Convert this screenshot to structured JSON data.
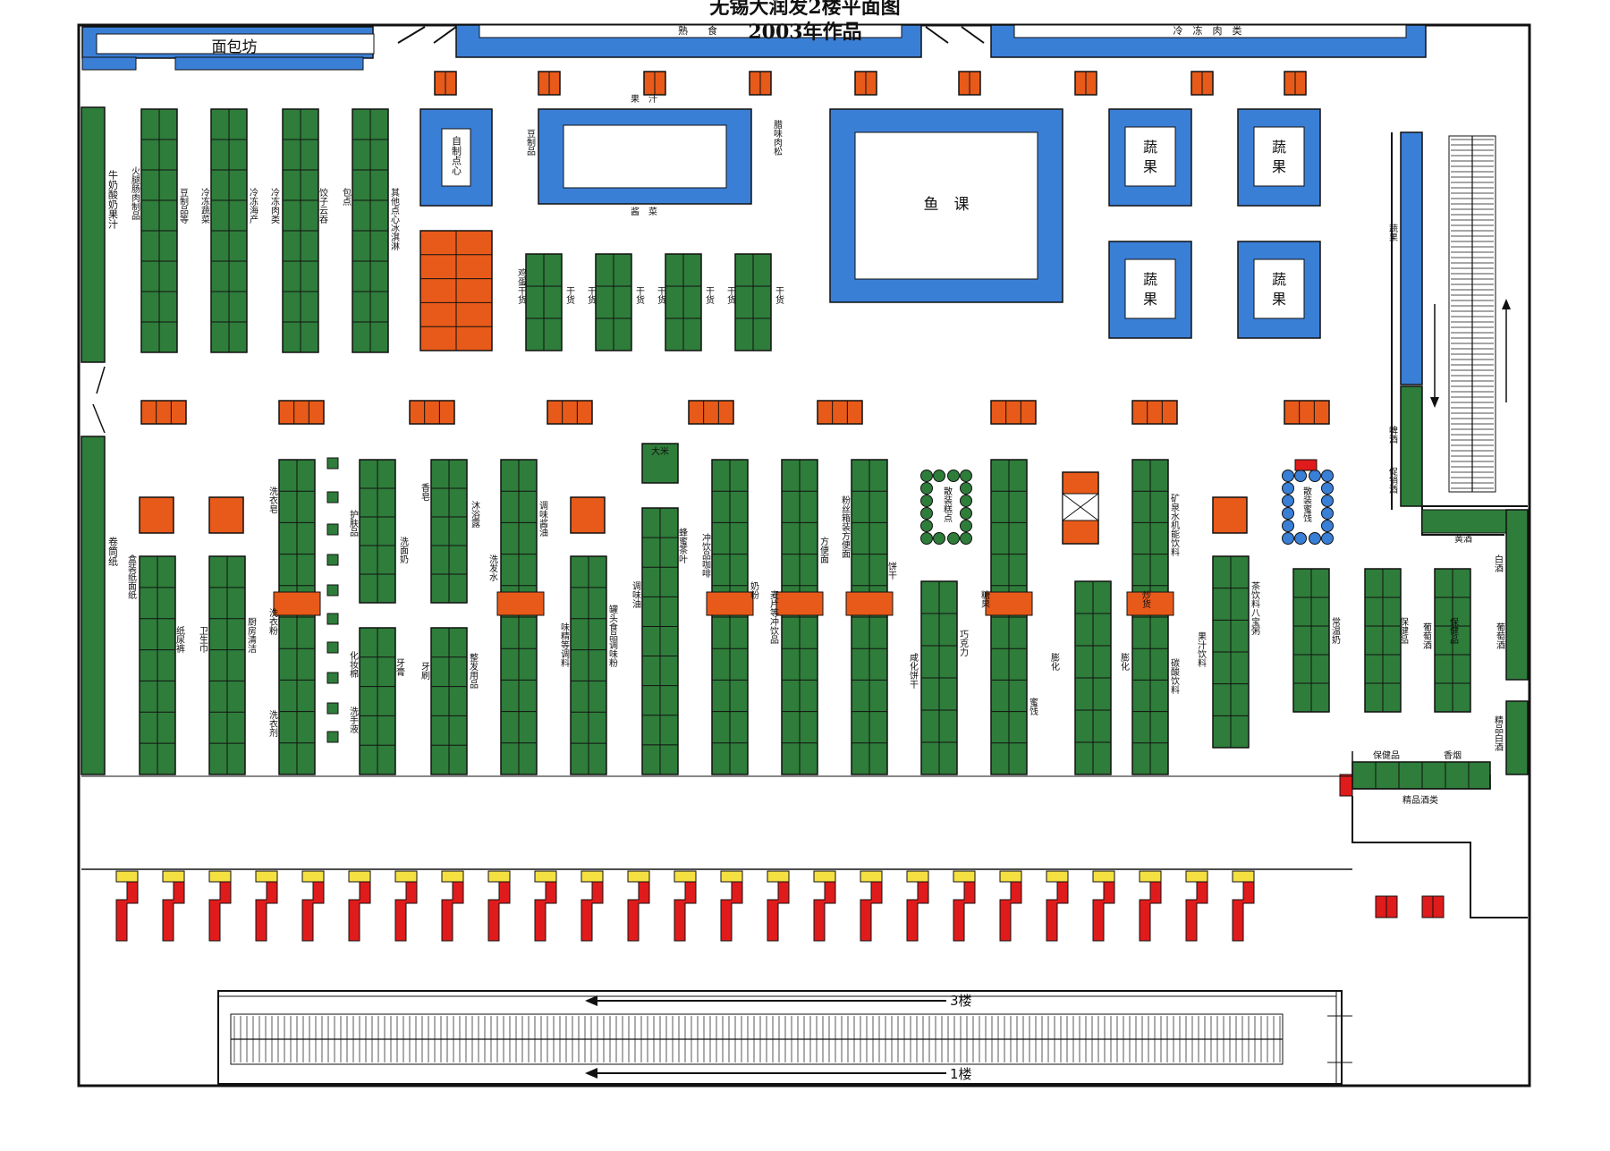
{
  "titles": {
    "line1": "无锡大润发2楼平面图",
    "line2": "2003年作品"
  },
  "colors": {
    "green": "#2e7d3a",
    "blue": "#3a7fd6",
    "orange": "#e85a1a",
    "red": "#e01b1b",
    "yellow": "#f5e042",
    "line": "#111111"
  },
  "top_labels": {
    "bakery": "面包坊",
    "cooked": "熟　　食",
    "frozen_meat": "冷　冻　肉　类",
    "juice": "果　汁",
    "sauce_veg": "酱　菜"
  },
  "zones": {
    "self_snack": "自制点心",
    "bean": "豆制品",
    "braised": "腊味肉松",
    "fish": "鱼　课",
    "veg1": "蔬果",
    "veg2": "蔬果",
    "veg3": "蔬果",
    "veg4": "蔬果",
    "egg": "鸡蛋干货",
    "dry": "干货",
    "veg_right": "蔬果",
    "beer": "啤酒",
    "promo": "促销酒",
    "rice": "大米",
    "bulk_cake": "散装糕点",
    "bulk_candy": "散装蜜饯",
    "yellow_wine": "黄酒",
    "white_wine": "白酒",
    "fine_wine": "精品白酒",
    "health": "保健品",
    "cigarette": "香烟",
    "fine_liquor": "精品酒类"
  },
  "aisle_labels": {
    "milk": "牛奶酸奶果汁",
    "ham": "火腿肠肉制品",
    "bean_prod": "豆制品等",
    "frozen_veg": "冷冻蔬菜",
    "frozen_sea": "冷冻海产",
    "frozen_meat": "冷冻肉类",
    "dumpling": "饺子云吞",
    "bun": "包点",
    "other_icecream": "其他点心冰淇淋",
    "tissue_roll": "卷筒纸",
    "box_tissue": "盒装纸面纸",
    "diaper": "纸尿裤",
    "sanitary": "卫生巾",
    "kitchen_clean": "厨房清洁",
    "soap": "洗衣皂",
    "powder": "洗衣粉",
    "liquid": "洗衣剂",
    "skin": "护肤品",
    "cosmetic": "化妆棉",
    "hand_wash": "洗手液",
    "face_milk": "洗面奶",
    "toothpaste": "牙膏",
    "fragrant_soap": "香皂",
    "toothbrush": "牙刷",
    "bath": "沐浴露",
    "hair": "整发用品",
    "shampoo": "洗发水",
    "seasoning": "调味酱油",
    "msg": "味精等调料",
    "canned": "罐头食品调味粉",
    "oil": "调味油",
    "honey": "蜂蜜茶叶",
    "drinks": "冲饮品咖啡",
    "milk_powder": "奶粉",
    "cereal": "麦片等冲饮品",
    "instant": "方便面",
    "vermicelli": "粉丝箱装方便面",
    "biscuit": "饼干",
    "chips": "咸化饼干",
    "chocolate": "巧克力",
    "candy": "糖果",
    "preserved": "蜜饯",
    "puffed1": "膨化",
    "puffed2": "膨化",
    "snacks": "炒货",
    "water": "矿泉水机能饮料",
    "soda": "碳酸饮料",
    "juice_drink": "果汁饮料",
    "tea_drink": "茶饮料八宝粥",
    "long_milk": "常温奶",
    "health_prod": "保健品",
    "health_prod2": "保健品",
    "grape": "葡萄酒",
    "grape2": "葡萄酒"
  },
  "escalator": {
    "up_label": "3楼",
    "down_label": "1楼"
  },
  "checkout": {
    "count": 27
  }
}
